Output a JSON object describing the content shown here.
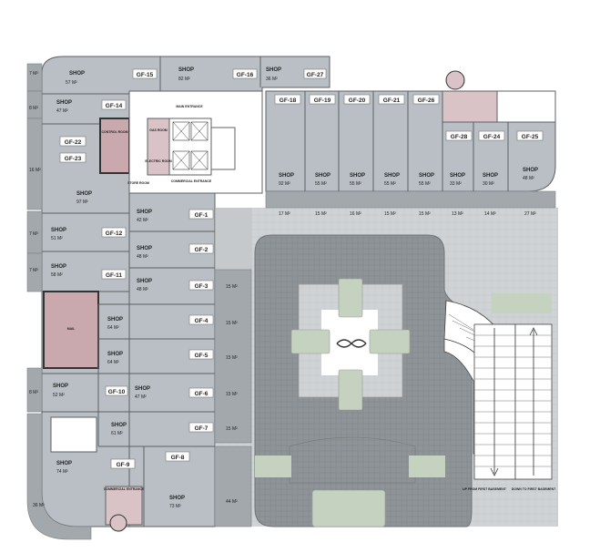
{
  "north_shops": [
    {
      "code": "GF-15",
      "label": "SHOP",
      "area": "57 M²"
    },
    {
      "code": "GF-16",
      "label": "SHOP",
      "area": "82 M²"
    },
    {
      "code": "GF-27",
      "label": "SHOP",
      "area": "36 M²"
    }
  ],
  "west_shops": [
    {
      "code": "GF-14",
      "label": "SHOP",
      "area": "47 M²"
    },
    {
      "code": "GF-22",
      "label": "",
      "area": ""
    },
    {
      "code": "GF-23",
      "label": "",
      "area": ""
    },
    {
      "code": "",
      "label": "SHOP",
      "area": "97 M²"
    },
    {
      "code": "GF-12",
      "label": "SHOP",
      "area": "51 M²"
    },
    {
      "code": "GF-11",
      "label": "SHOP",
      "area": "58 M²"
    },
    {
      "code": "GF-10",
      "label": "SHOP",
      "area": "52 M²"
    },
    {
      "code": "GF-9",
      "label": "SHOP",
      "area": "74 M²"
    }
  ],
  "center_shops": [
    {
      "code": "GF-1",
      "label": "SHOP",
      "area": "42 M²"
    },
    {
      "code": "GF-2",
      "label": "SHOP",
      "area": "48 M²"
    },
    {
      "code": "GF-3",
      "label": "SHOP",
      "area": "48 M²"
    },
    {
      "code": "GF-4",
      "label": "SHOP",
      "area": "64 M²"
    },
    {
      "code": "GF-5",
      "label": "SHOP",
      "area": "64 M²"
    },
    {
      "code": "GF-6",
      "label": "SHOP",
      "area": "47 M²"
    },
    {
      "code": "GF-7",
      "label": "SHOP",
      "area": "61 M²"
    },
    {
      "code": "GF-8",
      "label": "SHOP",
      "area": "73 M²"
    }
  ],
  "east_shops": [
    {
      "code": "GF-18",
      "label": "SHOP",
      "area": "92 M²"
    },
    {
      "code": "GF-19",
      "label": "SHOP",
      "area": "55 M²"
    },
    {
      "code": "GF-20",
      "label": "SHOP",
      "area": "55 M²"
    },
    {
      "code": "GF-21",
      "label": "SHOP",
      "area": "55 M²"
    },
    {
      "code": "GF-26",
      "label": "SHOP",
      "area": "55 M²"
    },
    {
      "code": "GF-28",
      "label": "SHOP",
      "area": "33 M²"
    },
    {
      "code": "GF-24",
      "label": "SHOP",
      "area": "30 M²"
    },
    {
      "code": "GF-25",
      "label": "SHOP",
      "area": "48 M²"
    }
  ],
  "terrace_east": [
    "17 M²",
    "15 M²",
    "16 M²",
    "15 M²",
    "15 M²",
    "13 M²",
    "14 M²",
    "27 M²"
  ],
  "terrace_west": [
    "7 M²",
    "8 M²",
    "16 M²",
    "7 M²",
    "7 M²",
    "8 M²",
    "36 M²"
  ],
  "terrace_center": [
    "15 M²",
    "15 M²",
    "15 M²",
    "15 M²",
    "15 M²",
    "44 M²"
  ],
  "service_labels": {
    "control_room": "CONTROL ROOM",
    "main_entrance": "MAIN ENTRANCE",
    "commercial_entrance": "COMMERCIAL ENTRANCE",
    "gas_room": "GAS ROOM",
    "electric_room": "ELECTRIC ROOM",
    "commercial_entrance_south": "COMMERCIAL ENTRANCE",
    "store_room": "STORE ROOM",
    "mail": "MAIL"
  },
  "ramps": {
    "left": "UP FROM FIRST BASEMENT",
    "right": "DOWN TO FIRST BASEMENT"
  },
  "colors": {
    "shop_fill": "#b9bfc4",
    "service_fill": "#d9c3c7",
    "plaza_paving": "#8f9499",
    "plaza_light": "#cfd3d6",
    "green": "#c5d2c0"
  }
}
